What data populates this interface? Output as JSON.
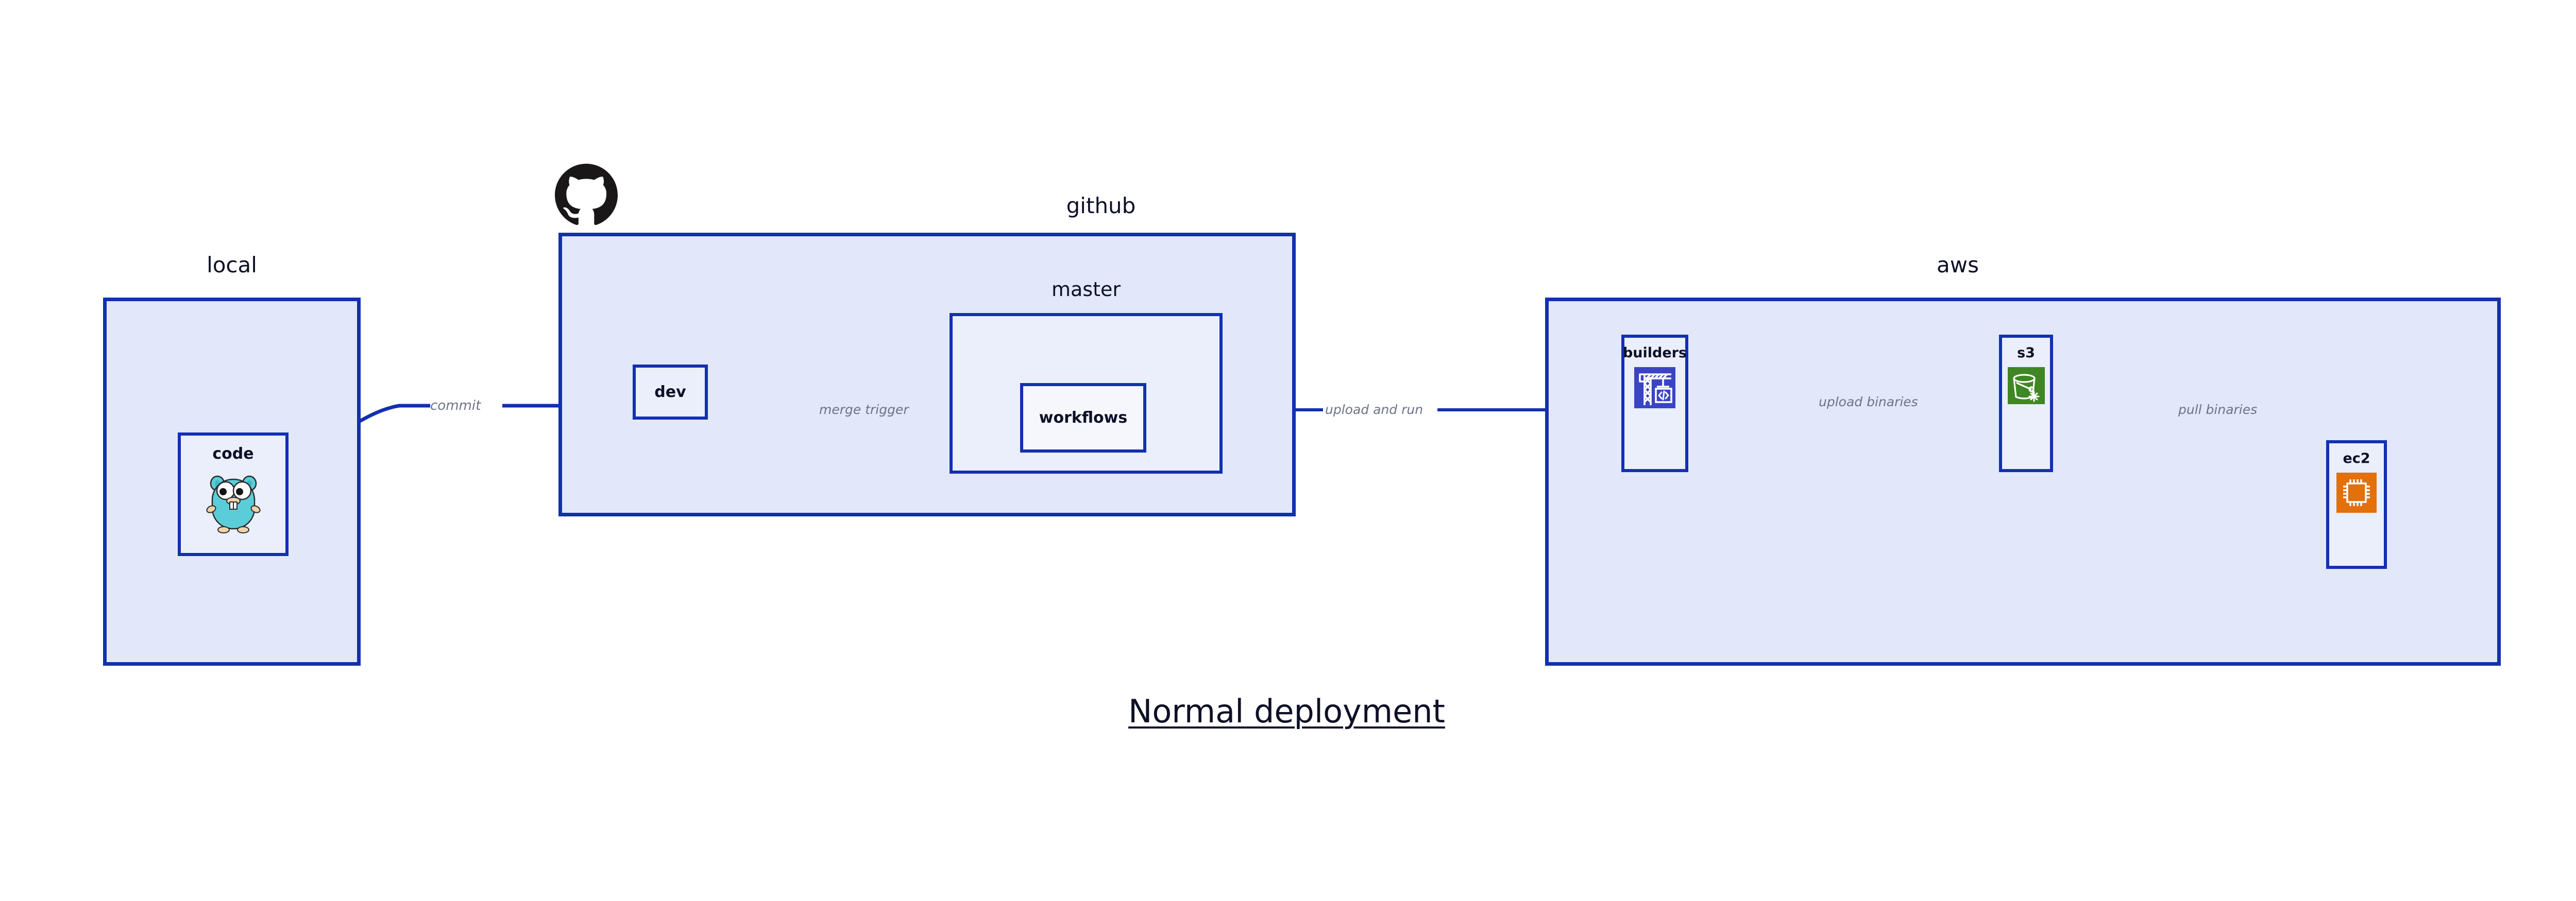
{
  "diagram": {
    "title": "Normal deployment",
    "background_color": "#FFFFFF",
    "accent_color": "#1230B0",
    "cluster_fill": "#E2E8F9",
    "node_fill": "#EAEFFB",
    "edge_label_color": "#6D7387",
    "text_color": "#0D1026"
  },
  "clusters": [
    {
      "id": "local",
      "label": "local",
      "nodes": [
        "code"
      ]
    },
    {
      "id": "github",
      "label": "github",
      "icon": "github-octocat-icon",
      "nodes": [
        "dev"
      ],
      "children": [
        "master"
      ]
    },
    {
      "id": "master",
      "label": "master",
      "nodes": [
        "workflows"
      ]
    },
    {
      "id": "aws",
      "label": "aws",
      "nodes": [
        "builders",
        "s3",
        "ec2"
      ]
    }
  ],
  "nodes": {
    "code": {
      "label": "code",
      "icon": "go-gopher-icon"
    },
    "dev": {
      "label": "dev",
      "icon": null
    },
    "workflows": {
      "label": "workflows",
      "icon": null
    },
    "builders": {
      "label": "builders",
      "icon": "aws-crane-code-icon",
      "icon_color": "#3B44C4"
    },
    "s3": {
      "label": "s3",
      "icon": "aws-s3-bucket-icon",
      "icon_color": "#3F8624"
    },
    "ec2": {
      "label": "ec2",
      "icon": "aws-ec2-chip-icon",
      "icon_color": "#E2700B"
    }
  },
  "edges": [
    {
      "id": "edge-commit",
      "label": "commit",
      "from": "code",
      "to": "dev"
    },
    {
      "id": "edge-merge-trigger",
      "label": "merge trigger",
      "from": "dev",
      "to": "workflows"
    },
    {
      "id": "edge-upload-and-run",
      "label": "upload and run",
      "from": "workflows",
      "to": "builders"
    },
    {
      "id": "edge-upload-binaries",
      "label": "upload binaries",
      "from": "builders",
      "to": "s3"
    },
    {
      "id": "edge-pull-binaries",
      "label": "pull binaries",
      "from": "s3",
      "to": "ec2"
    }
  ]
}
